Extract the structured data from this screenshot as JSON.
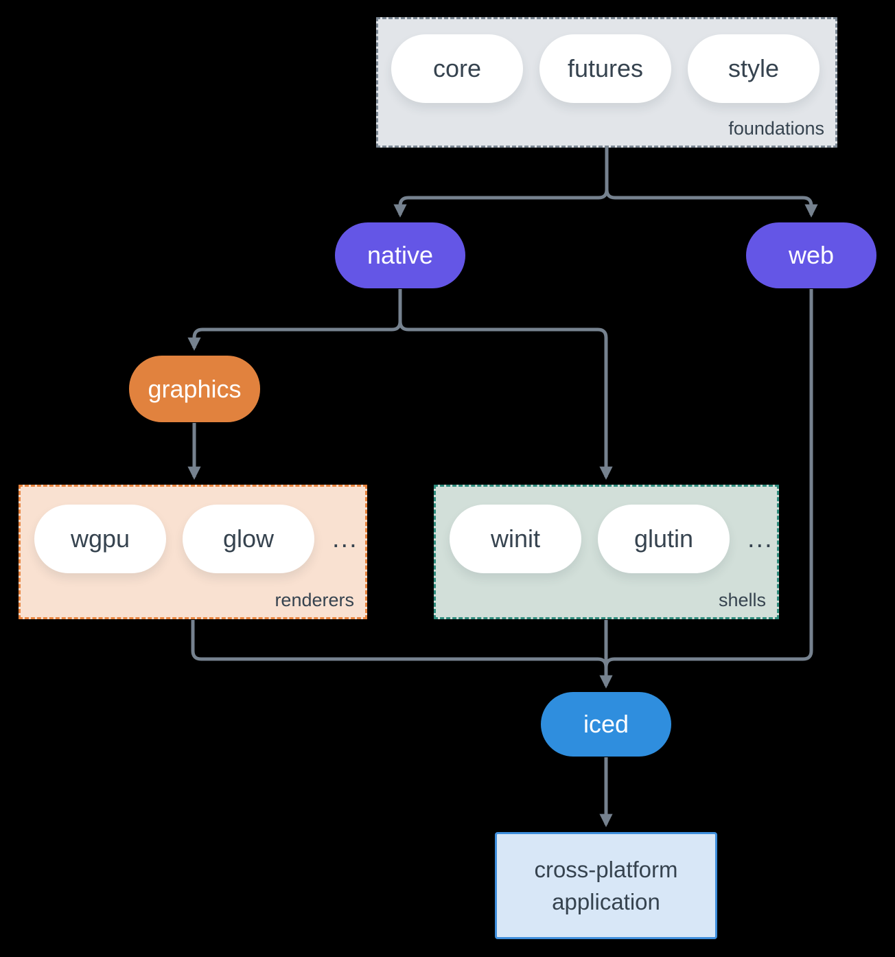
{
  "colors": {
    "background": "#000000",
    "connector": "#76828f",
    "foundations_fill": "#e2e5e9",
    "foundations_border": "#7c8894",
    "renderers_fill": "#f9e1d1",
    "renderers_border": "#e8833d",
    "shells_fill": "#d2dfd9",
    "shells_border": "#2e8c7d",
    "native_fill": "#6456e6",
    "web_fill": "#6456e6",
    "graphics_fill": "#e1823e",
    "iced_fill": "#2f8ede",
    "application_fill": "#d8e7f7",
    "application_border": "#3e8edc",
    "pill_fill": "#ffffff",
    "dark_text": "#36434f",
    "light_text": "#ffffff"
  },
  "foundations": {
    "label": "foundations",
    "pills": [
      "core",
      "futures",
      "style"
    ]
  },
  "nodes": {
    "native": {
      "label": "native"
    },
    "web": {
      "label": "web"
    },
    "graphics": {
      "label": "graphics"
    },
    "iced": {
      "label": "iced"
    }
  },
  "renderers": {
    "label": "renderers",
    "pills": [
      "wgpu",
      "glow"
    ],
    "ellipsis": "..."
  },
  "shells": {
    "label": "shells",
    "pills": [
      "winit",
      "glutin"
    ],
    "ellipsis": "..."
  },
  "application": {
    "line1": "cross-platform",
    "line2": "application"
  }
}
